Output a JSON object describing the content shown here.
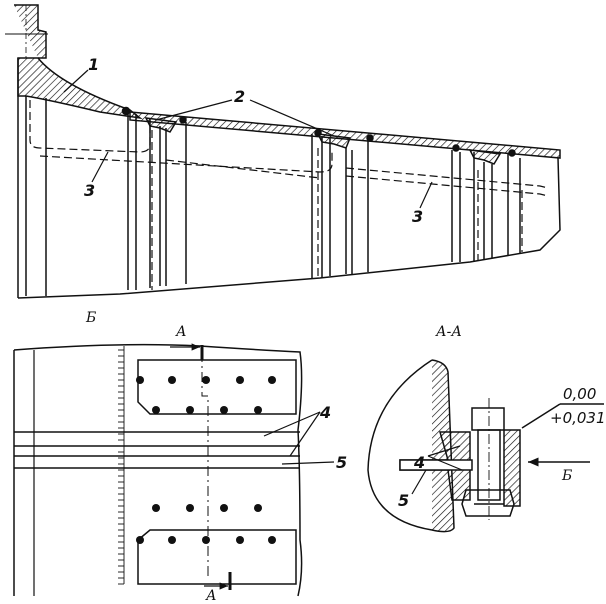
{
  "top_view": {
    "callouts": {
      "c1": "1",
      "c2": "2",
      "c3a": "3",
      "c3b": "3"
    }
  },
  "detail_b": {
    "view_label": "Б",
    "section_top": "А",
    "section_bottom": "А",
    "callouts": {
      "c4": "4",
      "c5": "5"
    }
  },
  "section_aa": {
    "title": "А-А",
    "callouts": {
      "c4": "4",
      "c5": "5"
    },
    "tolerance_upper": "0,00",
    "tolerance_lower": "+0,031",
    "view_arrow_label": "Б"
  }
}
